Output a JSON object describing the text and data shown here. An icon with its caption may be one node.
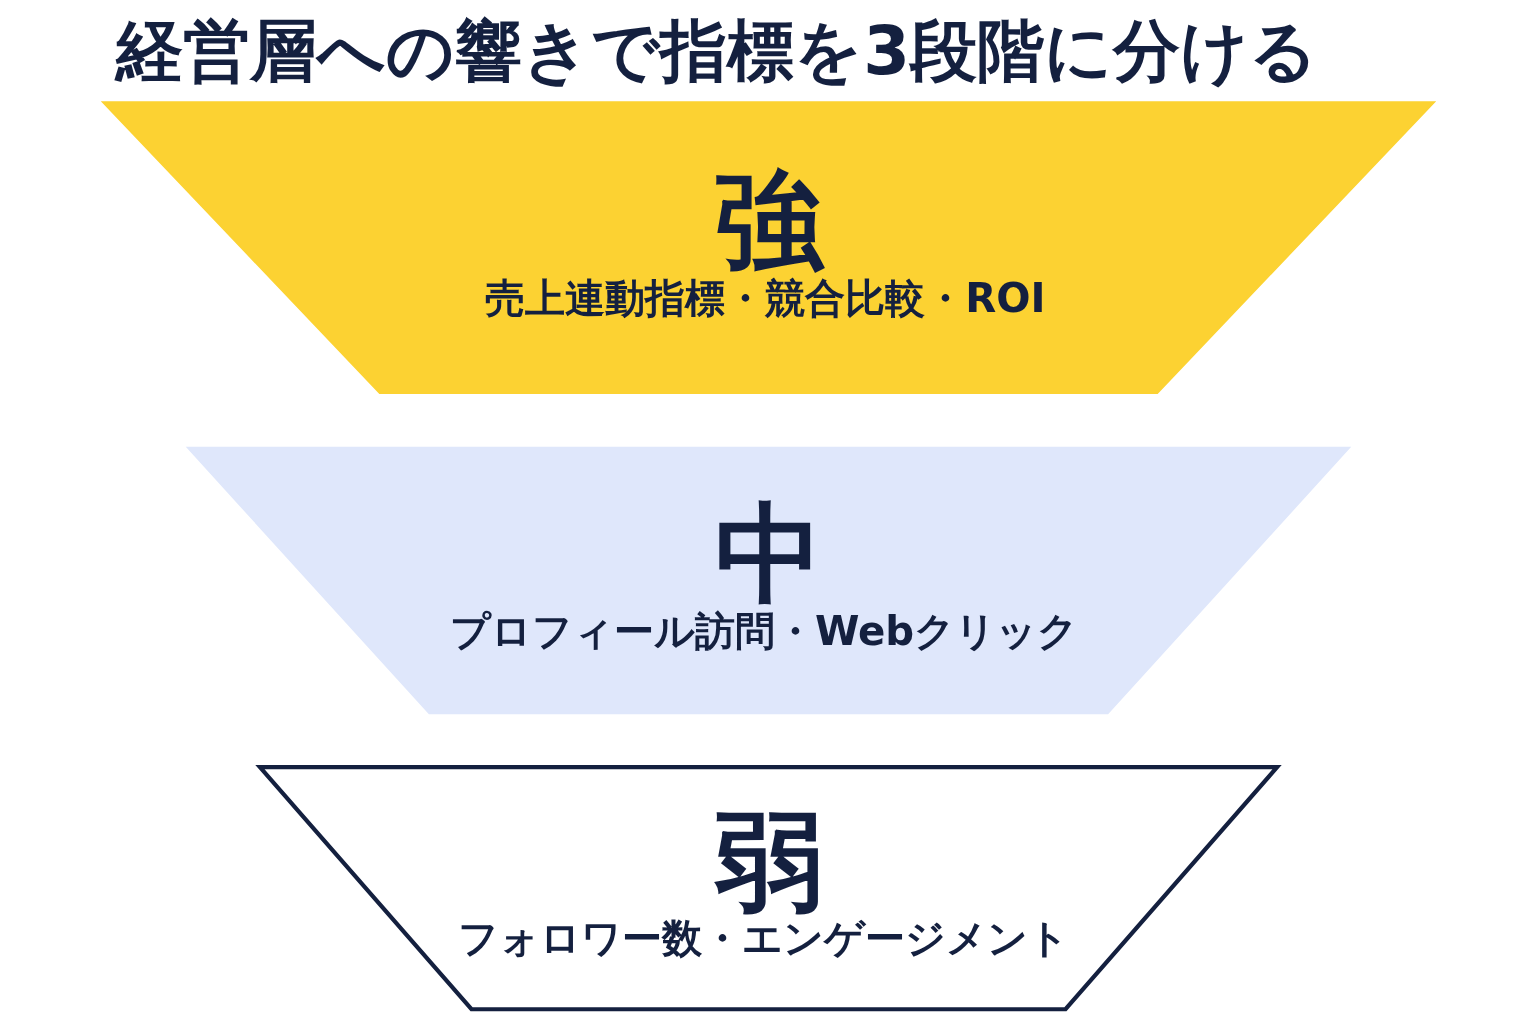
{
  "diagram": {
    "title": "経営層への響きで指標を3段階に分ける",
    "nodes": [
      {
        "text": [
          "強",
          "売上連動指標・競合比較・ROI"
        ]
      },
      {
        "text": [
          "中",
          "プロフィール訪問・Webクリック"
        ]
      },
      {
        "text": [
          "弱",
          "フォロワー数・エンゲージメント"
        ]
      }
    ],
    "edges": []
  }
}
